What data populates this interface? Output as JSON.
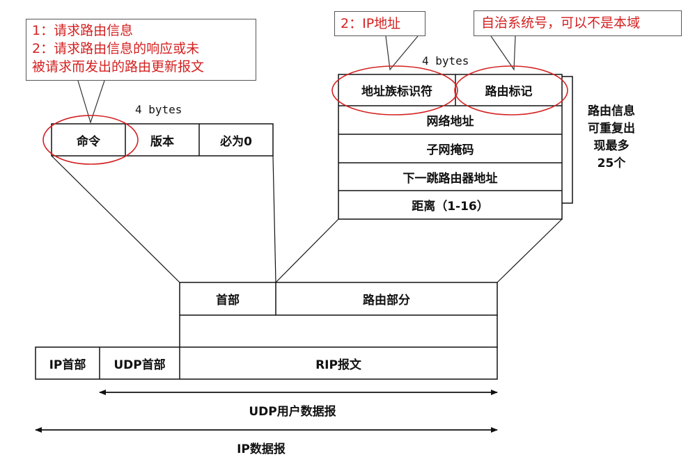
{
  "callouts": {
    "command_lines": [
      "1：请求路由信息",
      "2：请求路由信息的响应或未",
      "被请求而发出的路由更新报文"
    ],
    "ip_address": "2：IP地址",
    "route_tag_note": "自治系统号，可以不是本域"
  },
  "header_fields": {
    "width_label": "4 bytes",
    "command": "命令",
    "version": "版本",
    "must_zero": "必为0"
  },
  "route_entry": {
    "width_label": "4 bytes",
    "address_family": "地址族标识符",
    "route_tag": "路由标记",
    "network_address": "网络地址",
    "subnet_mask": "子网掩码",
    "next_hop": "下一跳路由器地址",
    "distance": "距离（1-16）",
    "repeat_note": [
      "路由信息",
      "可重复出",
      "现最多",
      "25个"
    ]
  },
  "rip_message": {
    "header": "首部",
    "routing_part": "路由部分"
  },
  "packet": {
    "ip_header": "IP首部",
    "udp_header": "UDP首部",
    "rip_message": "RIP报文"
  },
  "spans": {
    "udp_datagram": "UDP用户数据报",
    "ip_datagram": "IP数据报"
  },
  "colors": {
    "highlight": "#d42020",
    "line": "#111111"
  }
}
